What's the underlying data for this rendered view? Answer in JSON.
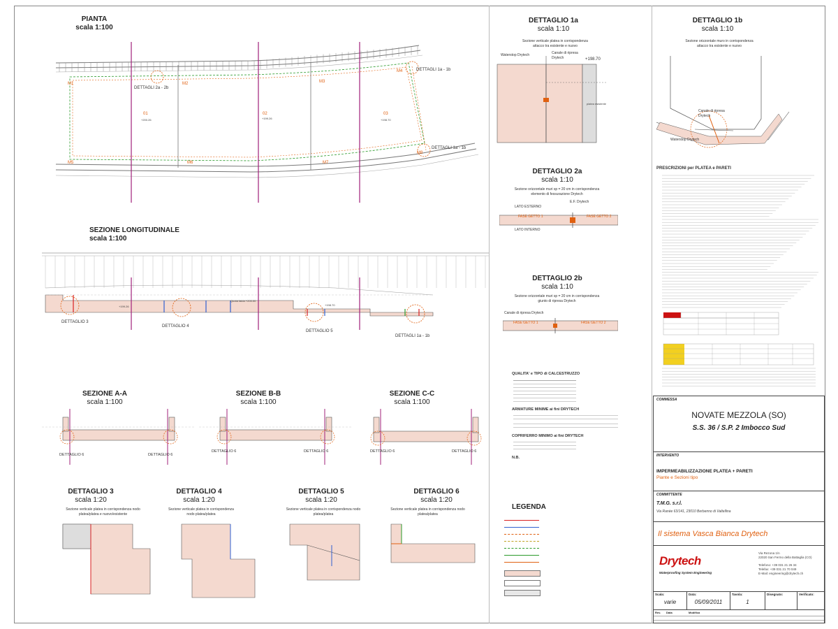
{
  "colors": {
    "outline": "#555555",
    "hatch": "#f4d9cf",
    "orange": "#e06010",
    "red_line": "#d82020",
    "purple_section": "#a0207a",
    "green_dash": "#2a9a2a",
    "blue": "#3060d0",
    "brand_red": "#cc1111"
  },
  "plan": {
    "title": "PIANTA",
    "scale": "scala 1:100",
    "markers": [
      "M1",
      "M2",
      "M3",
      "M4",
      "M5",
      "M6",
      "M7",
      "M8"
    ],
    "rooms": [
      "01",
      "02",
      "03"
    ],
    "callout_a": "DETTAGLI 2a - 2b",
    "callout_b": "DETTAGLI 1a - 1b",
    "callout_c": "DETTAGLI 1a - 1b"
  },
  "long_section": {
    "title": "SEZIONE LONGITUDINALE",
    "scale": "scala 1:100",
    "callouts": [
      "DETTAGLIO 3",
      "DETTAGLIO 4",
      "DETTAGLIO 5",
      "DETTAGLI 1a - 1b"
    ]
  },
  "sections": [
    {
      "title": "SEZIONE A-A",
      "scale": "scala 1:100",
      "callouts": [
        "DETTAGLIO 6",
        "DETTAGLIO 6"
      ]
    },
    {
      "title": "SEZIONE B-B",
      "scale": "scala 1:100",
      "callouts": [
        "DETTAGLIO 6",
        "DETTAGLIO 6"
      ]
    },
    {
      "title": "SEZIONE C-C",
      "scale": "scala 1:100",
      "callouts": [
        "DETTAGLIO 6",
        "DETTAGLIO 6"
      ]
    }
  ],
  "details_bottom": [
    {
      "title": "DETTAGLIO 3",
      "scale": "scala 1:20",
      "desc": "Sezione verticale platea in corrispondenza nodo platea/platea e nuovo/esistente"
    },
    {
      "title": "DETTAGLIO 4",
      "scale": "scala 1:20",
      "desc": "Sezione verticale platea in corrispondenza nodo platea/platea"
    },
    {
      "title": "DETTAGLIO 5",
      "scale": "scala 1:20",
      "desc": "Sezione verticale platea in corrispondenza nodo platea/platea"
    },
    {
      "title": "DETTAGLIO 6",
      "scale": "scala 1:20",
      "desc": "Sezione verticale platea in corrispondenza nodo platea/platea"
    }
  ],
  "detail_1a": {
    "title": "DETTAGLIO 1a",
    "scale": "scala 1:10",
    "desc": "Sezione verticale platea in corrispondenza attacco tra esistente e nuovo",
    "label_waterstop": "Waterstop Drytech",
    "label_canale": "Canale di ripresa Drytech",
    "elevation": "+198.70",
    "label_platea": "platea esistente"
  },
  "detail_2a": {
    "title": "DETTAGLIO 2a",
    "scale": "scala 1:10",
    "desc": "Sezione orizzontale muri sp = 20 cm in corrispondenza elemento di fessurazione Drytech",
    "lato_esterno": "LATO ESTERNO",
    "lato_interno": "LATO INTERNO",
    "ef": "E.F. Drytech",
    "fase1": "FASE GETTO 1",
    "fase2": "FASE GETTO 2"
  },
  "detail_2b": {
    "title": "DETTAGLIO 2b",
    "scale": "scala 1:10",
    "desc": "Sezione orizzontale muri sp = 20 cm in corrispondenza giunto di ripresa Drytech",
    "canale": "Canale di ripresa Drytech",
    "fase1": "FASE GETTO 1",
    "fase2": "FASE GETTO 2"
  },
  "detail_1b": {
    "title": "DETTAGLIO 1b",
    "scale": "scala 1:10",
    "desc": "Sezione orizzontale muro in corrispondenza attacco tra esistente e nuovo",
    "canale": "Canale di ripresa Drytech",
    "waterstop": "Waterstop Drytech"
  },
  "specs": {
    "qualita": "QUALITA' e TIPO di CALCESTRUZZO",
    "armature": "ARMATURE MINIME ai fini DRYTECH",
    "copriferro": "COPRIFERRO MINIMO ai fini DRYTECH",
    "nb": "N.B."
  },
  "legend": {
    "title": "LEGENDA"
  },
  "prescrizioni": {
    "title": "PRESCRIZIONI per PLATEA e PARETI"
  },
  "title_block": {
    "commessa_label": "COMMESSA",
    "commessa": "NOVATE MEZZOLA (SO)",
    "commessa_sub": "S.S. 36 / S.P. 2 Imbocco Sud",
    "intervento_label": "INTERVENTO",
    "intervento": "IMPERMEABILIZZAZIONE PLATEA + PARETI",
    "intervento_sub": "Piante e Sezioni tipo",
    "committente_label": "COMMITTENTE",
    "committente": "T.M.G. s.r.l.",
    "committente_addr": "Via Ranèe 63/141, 23010 Berbenno di Valtellina",
    "slogan": "Il sistema Vasca Bianca Drytech",
    "brand": "Drytech",
    "brand_sub": "Waterproofing System Engineering",
    "company_addr1": "Via Rezona 1/n",
    "company_addr2": "22020 San Fermo della Battaglia (CO)",
    "company_tel": "Telefono: +39 031 21 26 34",
    "company_fax": "Telefax: +39 031 21 70 049",
    "company_mail": "E-Mail: engineering@drytech.ch",
    "scala_label": "Scala:",
    "scala": "varie",
    "data_label": "Data:",
    "data": "05/09/2011",
    "tavola_label": "Tavola:",
    "tavola": "1",
    "disegnato_label": "Disegnato:",
    "verificato_label": "Verificato:",
    "rev_label": "Rev.",
    "data2_label": "Data",
    "modifica_label": "Modifica"
  }
}
